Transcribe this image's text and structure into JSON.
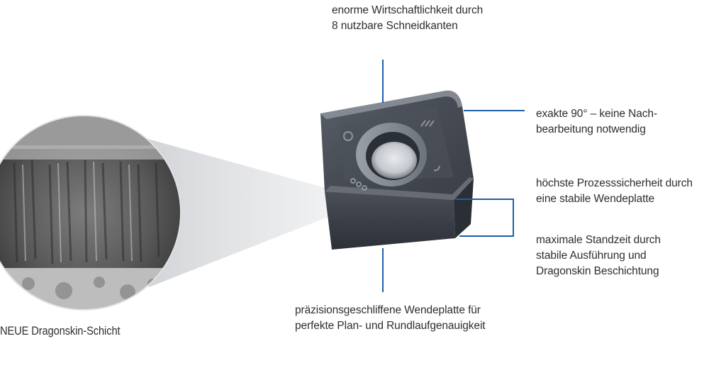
{
  "labels": {
    "top": [
      "enorme Wirtschaftlichkeit durch",
      "8 nutzbare Schneidkanten"
    ],
    "right1": [
      "exakte 90° – keine Nach-",
      "bearbeitung notwendig"
    ],
    "right2": [
      "höchste Prozesssicherheit durch",
      "eine stabile Wendeplatte"
    ],
    "right3": [
      "maximale Standzeit durch",
      "stabile Ausführung und",
      "Dragonskin Beschichtung"
    ],
    "bottom": [
      "präzisionsgeschliffene Wendeplatte für",
      "perfekte Plan- und Rundlaufgenauigkeit"
    ],
    "left": "NEUE Dragonskin-Schicht"
  },
  "colors": {
    "leader": "#1f5fa6",
    "insert_dark": "#3e434c",
    "insert_light": "#8a9099",
    "text": "#2e2e2e"
  }
}
